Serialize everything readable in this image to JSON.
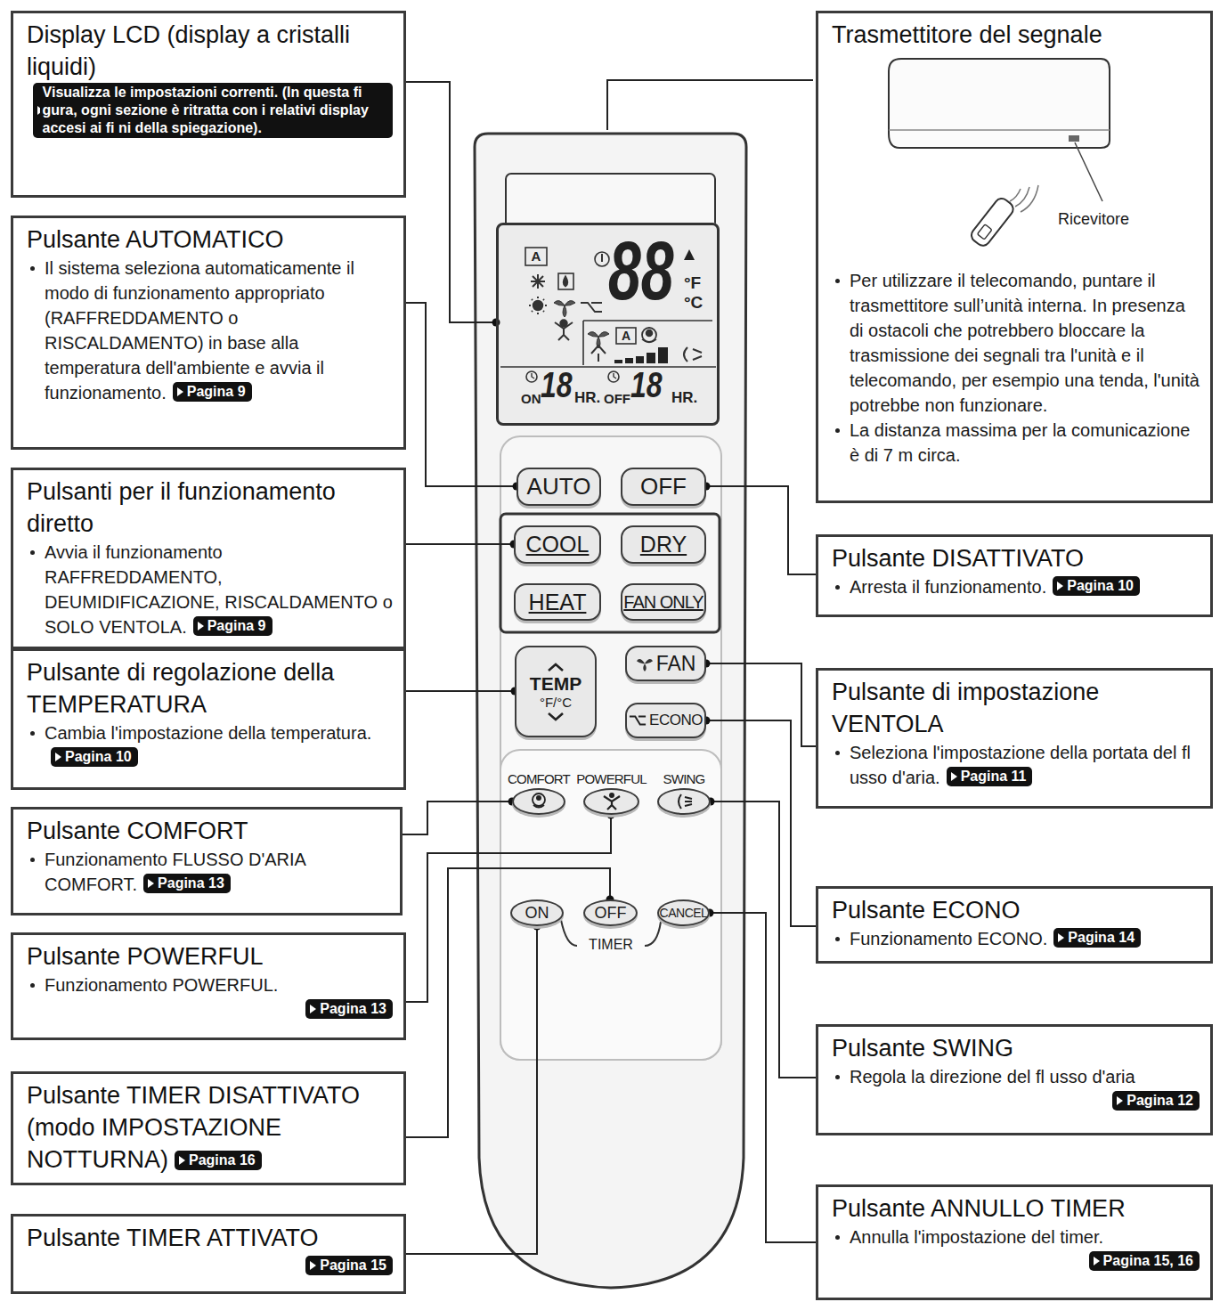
{
  "diagram": {
    "nodes": [
      {
        "text": [
          "Display LCD (display a cristalli liquidi)",
          "Visualizza le impostazioni correnti. (In questa fi gura, ogni sezione è ritratta con i relativi display accesi ai fi ni della spiegazione)."
        ]
      },
      {
        "text": [
          "Trasmettitore del segnale",
          "Ricevitore",
          "Per utilizzare il telecomando, puntare il trasmettitore sull’unità interna. In presenza di ostacoli che potrebbero bloccare la trasmissione dei segnali tra l'unità e il telecomando, per esempio una tenda, l'unità potrebbe non funzionare.",
          "La distanza massima per la comunicazione è di 7 m circa."
        ]
      },
      {
        "text": [
          "A",
          "88",
          "°F",
          "°C",
          "A",
          "ON",
          "18",
          "HR.",
          "OFF",
          "18",
          "HR."
        ]
      },
      {
        "text": [
          "Pulsante AUTOMATICO",
          "Il sistema seleziona automaticamente il modo di funzionamento appropriato (RAFFREDDAMENTO o RISCALDAMENTO) in base alla temperatura dell'ambiente e avvia il funzionamento.",
          "Pagina 9"
        ]
      },
      {
        "text": [
          "AUTO"
        ]
      },
      {
        "text": [
          "OFF"
        ]
      },
      {
        "text": [
          "Pulsante DISATTIVATO",
          "Arresta il funzionamento.",
          "Pagina 10"
        ]
      },
      {
        "text": [
          "Pulsanti per il funzionamento diretto",
          "Avvia il funzionamento RAFFREDDAMENTO, DEUMIDIFICAZIONE, RISCALDAMENTO o SOLO VENTOLA.",
          "Pagina 9"
        ]
      },
      {
        "text": [
          "COOL"
        ]
      },
      {
        "text": [
          "DRY"
        ]
      },
      {
        "text": [
          "HEAT"
        ]
      },
      {
        "text": [
          "FAN ONLY"
        ]
      },
      {
        "text": [
          "Pulsante di regolazione della TEMPERATURA",
          "Cambia l'impostazione della temperatura.",
          "Pagina 10"
        ]
      },
      {
        "text": [
          "TEMP",
          "°F/°C"
        ]
      },
      {
        "text": [
          "FAN"
        ]
      },
      {
        "text": [
          "Pulsante di impostazione VENTOLA",
          "Seleziona l'impostazione della portata del fl usso d'aria.",
          "Pagina 11"
        ]
      },
      {
        "text": [
          "ECONO"
        ]
      },
      {
        "text": [
          "COMFORT"
        ]
      },
      {
        "text": [
          "POWERFUL"
        ]
      },
      {
        "text": [
          "SWING"
        ]
      },
      {
        "text": [
          "Pulsante COMFORT",
          "Funzionamento FLUSSO D'ARIA COMFORT.",
          "Pagina 13"
        ]
      },
      {
        "text": [
          "Pulsante ECONO",
          "Funzionamento ECONO.",
          "Pagina 14"
        ]
      },
      {
        "text": [
          "ON"
        ]
      },
      {
        "text": [
          "OFF"
        ]
      },
      {
        "text": [
          "CANCEL"
        ]
      },
      {
        "text": [
          "Pulsante POWERFUL",
          "Funzionamento POWERFUL.",
          "Pagina 13"
        ]
      },
      {
        "text": [
          "Pulsante SWING",
          "Regola la direzione del fl usso d'aria",
          "Pagina 12"
        ]
      },
      {
        "text": [
          "Pulsante TIMER DISATTIVATO (modo IMPOSTAZIONE NOTTURNA)",
          "Pagina 16"
        ]
      },
      {
        "text": [
          "Pulsante ANNULLO TIMER",
          "Annulla l'impostazione del timer.",
          "Pagina 15, 16"
        ]
      },
      {
        "text": [
          "Pulsante TIMER ATTIVATO",
          "Pagina 15"
        ]
      }
    ],
    "edges": [
      {
        "from": 0,
        "to": 2,
        "arrow": "none"
      },
      {
        "from": 3,
        "to": 4,
        "arrow": "none"
      },
      {
        "from": 6,
        "to": 5,
        "arrow": "none"
      },
      {
        "from": 7,
        "to": 8,
        "arrow": "none"
      },
      {
        "from": 12,
        "to": 13,
        "arrow": "none"
      },
      {
        "from": 15,
        "to": 14,
        "arrow": "none"
      },
      {
        "from": 21,
        "to": 16,
        "arrow": "none"
      },
      {
        "from": 20,
        "to": 17,
        "arrow": "none"
      },
      {
        "from": 25,
        "to": 18,
        "arrow": "none"
      },
      {
        "from": 26,
        "to": 19,
        "arrow": "none"
      },
      {
        "from": 27,
        "to": 23,
        "arrow": "none"
      },
      {
        "from": 28,
        "to": 24,
        "arrow": "none"
      },
      {
        "from": 29,
        "to": 22,
        "arrow": "none"
      }
    ],
    "labels": [
      "TIMER"
    ]
  }
}
